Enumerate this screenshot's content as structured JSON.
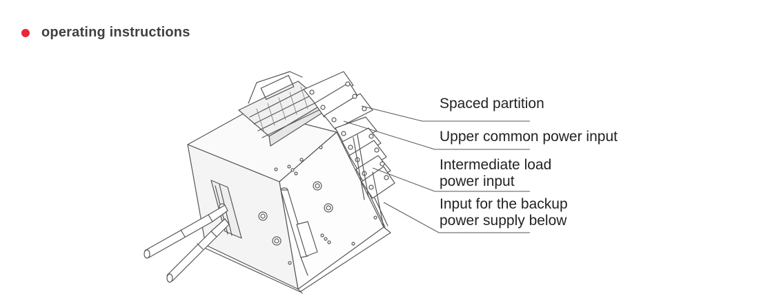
{
  "header": {
    "title": "operating instructions",
    "bullet_color": "#e8283a"
  },
  "labels": [
    {
      "id": "spaced-partition",
      "lines": [
        "Spaced partition"
      ]
    },
    {
      "id": "upper-common-power-input",
      "lines": [
        "Upper common power input"
      ]
    },
    {
      "id": "intermediate-load-power-input",
      "lines": [
        "Intermediate load",
        "power input"
      ]
    },
    {
      "id": "backup-power-supply-input",
      "lines": [
        "Input for the backup",
        "power supply below"
      ]
    }
  ]
}
